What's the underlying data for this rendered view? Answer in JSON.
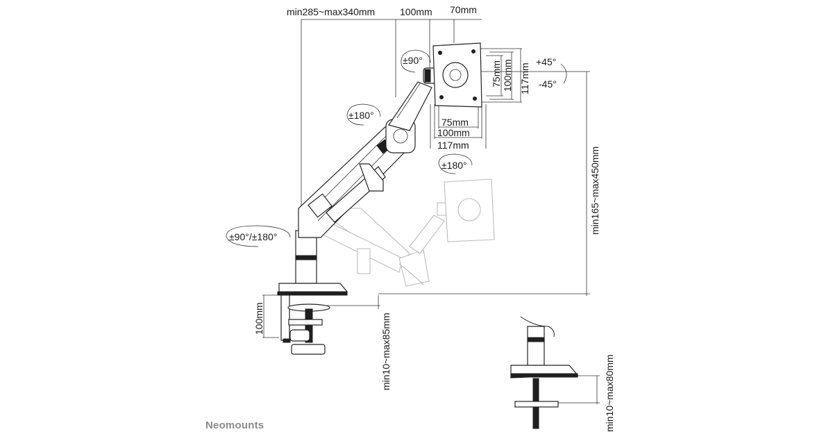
{
  "brand": {
    "name": "Neomounts"
  },
  "dimensions": {
    "reach": "min285~max340mm",
    "arm_offset": "100mm",
    "plate_offset": "70mm",
    "vesa_h_75": "75mm",
    "vesa_h_100": "100mm",
    "vesa_h_117": "117mm",
    "vesa_w_75": "75mm",
    "vesa_w_100": "100mm",
    "vesa_w_117": "117mm",
    "height_range": "min165~max450mm",
    "clamp_height": "100mm",
    "desk_thickness_clamp": "min10~max85mm",
    "desk_thickness_grommet": "min10~max80mm"
  },
  "rotations": {
    "swivel_head": "±90°",
    "tilt_up": "+45°",
    "tilt_down": "-45°",
    "arm_upper": "±180°",
    "rotation_plate": "±180°",
    "base": "±90°/±180°"
  }
}
